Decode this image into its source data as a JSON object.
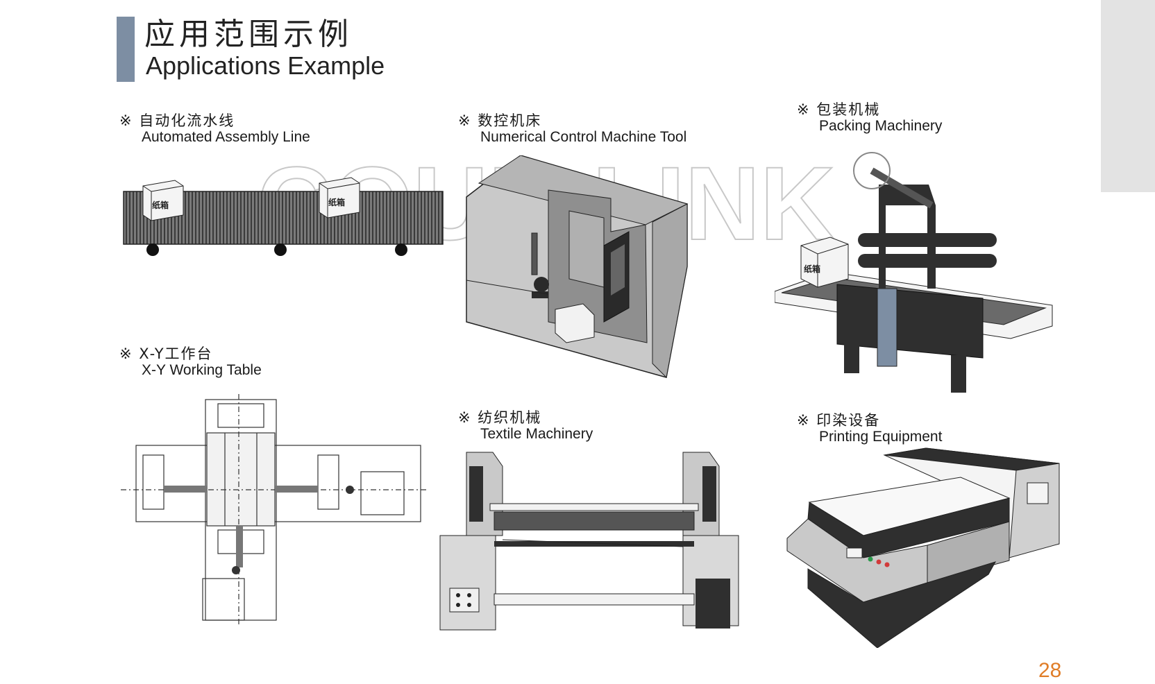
{
  "header": {
    "title_cn": "应用范围示例",
    "title_en": "Applications Example"
  },
  "watermark": "COUP-LINK",
  "sections": [
    {
      "label_cn": "※ 自动化流水线",
      "label_en": "Automated Assembly Line"
    },
    {
      "label_cn": "※ 数控机床",
      "label_en": "Numerical Control Machine Tool"
    },
    {
      "label_cn": "※ 包装机械",
      "label_en": "Packing Machinery"
    },
    {
      "label_cn": "※ X-Y工作台",
      "label_en": "X-Y Working Table"
    },
    {
      "label_cn": "※ 纺织机械",
      "label_en": "Textile Machinery"
    },
    {
      "label_cn": "※ 印染设备",
      "label_en": "Printing Equipment"
    }
  ],
  "box_label": "纸箱",
  "page_number": "28",
  "colors": {
    "title_bar": "#7d8ea3",
    "page_number": "#e07d28",
    "machine_gray": "#c9c9c9",
    "dark": "#333333"
  }
}
